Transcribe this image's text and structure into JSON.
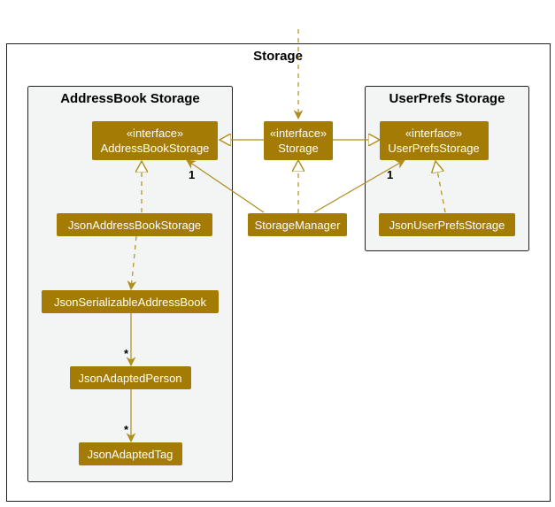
{
  "colors": {
    "class_fill": "#a47c05",
    "class_text": "#ffffff",
    "edge": "#b08e1e",
    "package_fill": "#f3f4f4",
    "package_border": "#222222"
  },
  "packages": {
    "outer": "Storage",
    "addressbook": "AddressBook Storage",
    "userprefs": "UserPrefs Storage"
  },
  "classes": {
    "addressbook_storage": {
      "stereotype": "«interface»",
      "name": "AddressBookStorage"
    },
    "storage": {
      "stereotype": "«interface»",
      "name": "Storage"
    },
    "userprefs_storage": {
      "stereotype": "«interface»",
      "name": "UserPrefsStorage"
    },
    "json_addressbook_storage": {
      "name": "JsonAddressBookStorage"
    },
    "storage_manager": {
      "name": "StorageManager"
    },
    "json_userprefs_storage": {
      "name": "JsonUserPrefsStorage"
    },
    "json_serializable_addressbook": {
      "name": "JsonSerializableAddressBook"
    },
    "json_adapted_person": {
      "name": "JsonAdaptedPerson"
    },
    "json_adapted_tag": {
      "name": "JsonAdaptedTag"
    }
  },
  "multiplicities": {
    "addressbook_storage": "1",
    "userprefs_storage": "1",
    "persons": "*",
    "tags": "*"
  }
}
